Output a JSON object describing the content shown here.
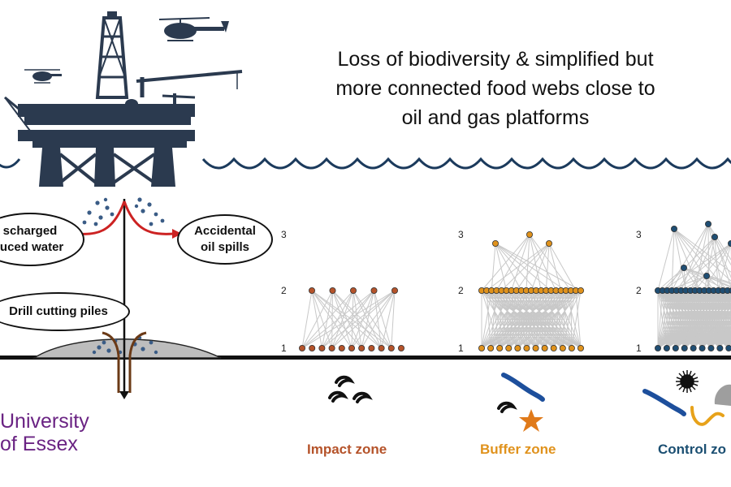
{
  "title": {
    "lines": [
      "Loss of biodiversity & simplified but",
      "more connected food webs close to",
      "oil and gas platforms"
    ]
  },
  "bubbles": {
    "discharged": [
      "scharged",
      "luced water"
    ],
    "spills": [
      "Accidental",
      "oil spills"
    ],
    "cuttings": "Drill cutting piles"
  },
  "levels": [
    "1",
    "2",
    "3"
  ],
  "zones": [
    {
      "label": "Impact zone",
      "color": "#b5532a",
      "node_color": "#b5532a"
    },
    {
      "label": "Buffer zone",
      "color": "#e0921c",
      "node_color": "#e0921c"
    },
    {
      "label": "Control zo",
      "color": "#1b4f72",
      "node_color": "#1f4e73"
    }
  ],
  "food_webs": [
    {
      "zone": "Impact zone",
      "level1_nodes": 11,
      "level2_nodes": 5,
      "level3_nodes": 0
    },
    {
      "zone": "Buffer zone",
      "level1_nodes": 12,
      "level2_nodes": 21,
      "level3_nodes": 3
    },
    {
      "zone": "Control zo",
      "level1_nodes": 12,
      "level2_nodes": 22,
      "level3_nodes": 6
    }
  ],
  "university": {
    "line1": "University",
    "line2": "of Essex"
  },
  "colors": {
    "platform": "#2b3a4f",
    "wave": "#1b3a5c",
    "arrow": "#cc2222",
    "seabed": "#111111",
    "mound": "#bdbdbd",
    "edge": "#c8c8c8",
    "brand": "#6a2383"
  },
  "icons": [
    "oil-platform-icon",
    "helicopter-icon",
    "worm-icon",
    "polychaete-icon",
    "starfish-icon",
    "sea-urchin-icon",
    "rock-icon"
  ]
}
